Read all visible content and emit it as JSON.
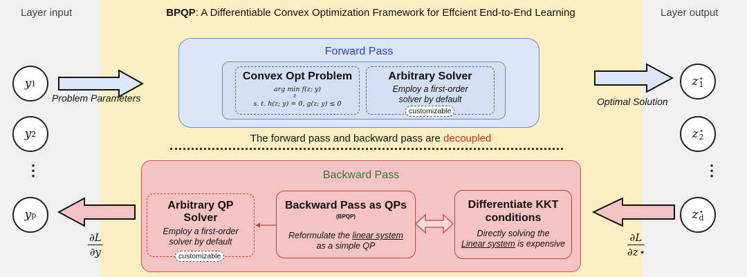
{
  "side_labels": {
    "left": "Layer input",
    "right": "Layer output"
  },
  "title": {
    "bold": "BPQP",
    "rest": ": A Differentiable Convex Optimization Framework for Effcient End-to-End Learning"
  },
  "inputs": {
    "y1": "y",
    "y1_sub": "1",
    "y2": "y",
    "y2_sub": "2",
    "yp": "y",
    "yp_sub": "p",
    "dots": "⋮"
  },
  "outputs": {
    "z1": "z",
    "z1_sub": "1",
    "z2": "z",
    "z2_sub": "2",
    "zd": "z",
    "zd_sub": "d",
    "star": "⋆",
    "dots": "⋮"
  },
  "arrow_labels": {
    "problem_parameters": "Problem Parameters",
    "optimal_solution": "Optimal Solution",
    "dl_dy_num": "∂L",
    "dl_dy_den": "∂y",
    "dl_dz_num": "∂L",
    "dl_dz_den": "∂z⋆"
  },
  "forward": {
    "title": "Forward Pass",
    "convex": {
      "title": "Convex Opt Problem",
      "line1": "arg min f(z; y)",
      "line1_sub": "z",
      "line2": "s. t. h(z; y) = 0, g(z; y) ≤ 0"
    },
    "solver": {
      "title": "Arbitrary Solver",
      "desc1": "Employ a first-order",
      "desc2": "solver by default",
      "pill": "customizable"
    }
  },
  "decouple": {
    "text": "The forward pass and backward pass are ",
    "highlight": "decoupled"
  },
  "backward": {
    "title": "Backward Pass",
    "qp_solver": {
      "title1": "Arbitrary QP",
      "title2": "Solver",
      "desc1": "Employ a first-order",
      "desc2": "solver by default",
      "pill": "customizable"
    },
    "bpqp": {
      "title": "Backward Pass as QPs",
      "sub": "(BPQP)",
      "desc1_pre": "Reformulate the ",
      "desc1_u": "linear system",
      "desc2": "as a simple QP"
    },
    "kkt": {
      "title1": "Differentiate KKT",
      "title2": "conditions",
      "desc1": "Directly solving the",
      "desc2_u": "Linear system",
      "desc2_post": " is expensive"
    }
  },
  "colors": {
    "band": "#fcf0c2",
    "forward_fill": "#dbe6fb",
    "forward_title": "#2f3fd6",
    "backward_fill": "#f5c3c3",
    "backward_title": "#2f7a3a",
    "decoupled": "#e03020"
  }
}
